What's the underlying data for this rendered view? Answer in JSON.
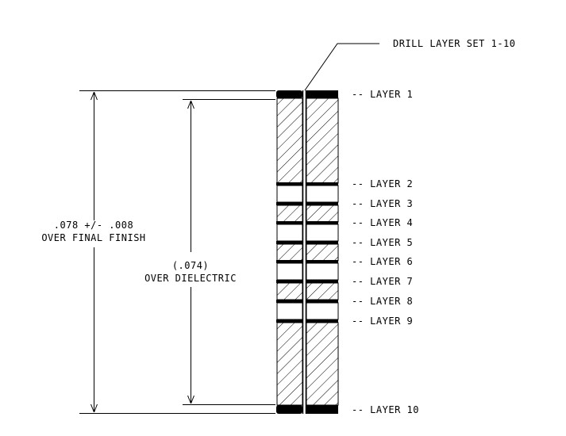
{
  "drill_label": "DRILL LAYER SET 1-10",
  "overall_thickness": {
    "line1": ".078 +/- .008",
    "line2": "OVER FINAL FINISH"
  },
  "dielectric_thickness": {
    "line1": "(.074)",
    "line2": "OVER DIELECTRIC"
  },
  "layers": [
    {
      "label": "-- LAYER 1"
    },
    {
      "label": "-- LAYER 2"
    },
    {
      "label": "-- LAYER 3"
    },
    {
      "label": "-- LAYER 4"
    },
    {
      "label": "-- LAYER 5"
    },
    {
      "label": "-- LAYER 6"
    },
    {
      "label": "-- LAYER 7"
    },
    {
      "label": "-- LAYER 8"
    },
    {
      "label": "-- LAYER 9"
    },
    {
      "label": "-- LAYER 10"
    }
  ]
}
